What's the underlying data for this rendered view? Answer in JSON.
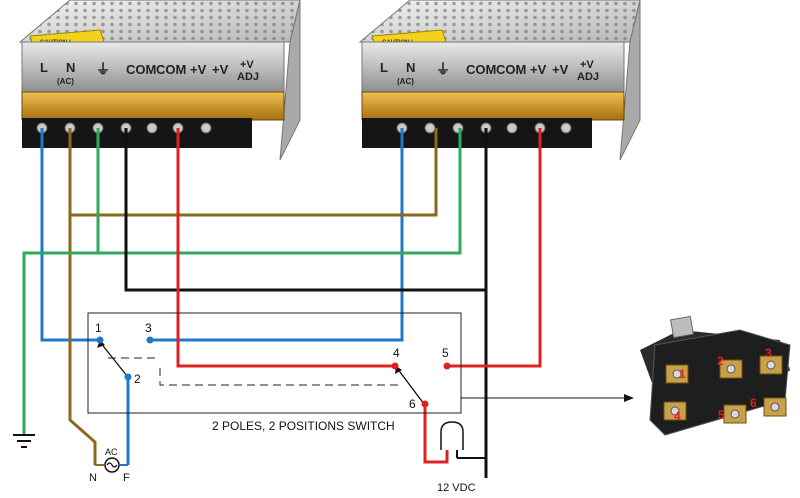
{
  "psu": {
    "terminals": [
      "L",
      "N",
      "(AC)",
      "⏚",
      "COM",
      "COM",
      "+V",
      "+V",
      "+V",
      "ADJ"
    ],
    "caution_label": "CAUTION !"
  },
  "switch": {
    "title": "2 POLES, 2 POSITIONS SWITCH",
    "pins": [
      "1",
      "2",
      "3",
      "4",
      "5",
      "6"
    ]
  },
  "photo_pins": [
    "1",
    "2",
    "3",
    "4",
    "5",
    "6"
  ],
  "supply": {
    "ac_label": "AC",
    "n_label": "N",
    "f_label": "F"
  },
  "output_label": "12 VDC",
  "colors": {
    "blue": "#1f78c8",
    "brown": "#8a6a1a",
    "green": "#2eaa5a",
    "black": "#111111",
    "red": "#e02020",
    "pin_red": "#e02020",
    "pin_blue": "#1f78c8"
  }
}
